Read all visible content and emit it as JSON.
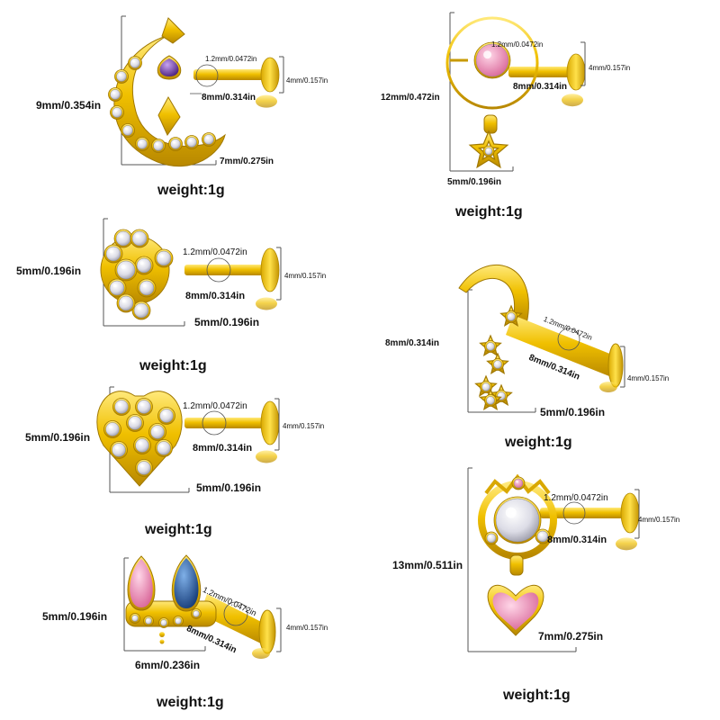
{
  "colors": {
    "gold": "#e8b800",
    "gold_dark": "#b48a00",
    "gold_light": "#ffe45a",
    "line": "#555555",
    "amethyst": "#6f3fa6",
    "pink": "#f08cb4",
    "blue": "#2b5ea8",
    "crystal": "#e8e8f0"
  },
  "items": [
    {
      "id": "moon",
      "height": "9mm/0.354in",
      "thickness": "1.2mm/0.0472in",
      "disc": "4mm/0.157in",
      "length": "8mm/0.314in",
      "width": "7mm/0.275in",
      "weight": "weight:1g"
    },
    {
      "id": "ring-star",
      "height": "12mm/0.472in",
      "thickness": "1.2mm/0.0472in",
      "disc": "4mm/0.157in",
      "length": "8mm/0.314in",
      "width": "5mm/0.196in",
      "weight": "weight:1g"
    },
    {
      "id": "flower",
      "height": "5mm/0.196in",
      "thickness": "1.2mm/0.0472in",
      "disc": "4mm/0.157in",
      "length": "8mm/0.314in",
      "width": "5mm/0.196in",
      "weight": "weight:1g"
    },
    {
      "id": "moon-stars",
      "height": "8mm/0.314in",
      "thickness": "1.2mm/0.0472in",
      "disc": "4mm/0.157in",
      "length": "8mm/0.314in",
      "width": "5mm/0.196in",
      "weight": "weight:1g"
    },
    {
      "id": "heart-cluster",
      "height": "5mm/0.196in",
      "thickness": "1.2mm/0.0472in",
      "disc": "4mm/0.157in",
      "length": "8mm/0.314in",
      "width": "5mm/0.196in",
      "weight": "weight:1g"
    },
    {
      "id": "drop-gems",
      "height": "5mm/0.196in",
      "thickness": "1.2mm/0.0472in",
      "disc": "4mm/0.157in",
      "length": "8mm/0.314in",
      "width": "6mm/0.236in",
      "weight": "weight:1g"
    },
    {
      "id": "crown-heart",
      "height": "13mm/0.511in",
      "thickness": "1.2mm/0.0472in",
      "disc": "4mm/0.157in",
      "length": "8mm/0.314in",
      "width": "7mm/0.275in",
      "weight": "weight:1g"
    }
  ]
}
